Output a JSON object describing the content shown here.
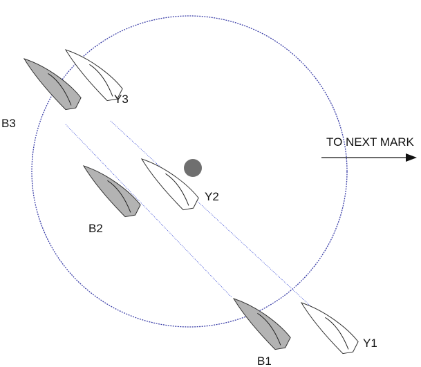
{
  "colors": {
    "circle": "#3b3fa8",
    "track": "#4a5ad8",
    "blue_boat_fill": "#b3b3b3",
    "yellow_boat_fill": "#ffffff",
    "mark_fill": "#6f6f6f",
    "outline": "#333333"
  },
  "labels": {
    "direction": "TO NEXT MARK",
    "b1": "B1",
    "b2": "B2",
    "b3": "B3",
    "y1": "Y1",
    "y2": "Y2",
    "y3": "Y3"
  }
}
